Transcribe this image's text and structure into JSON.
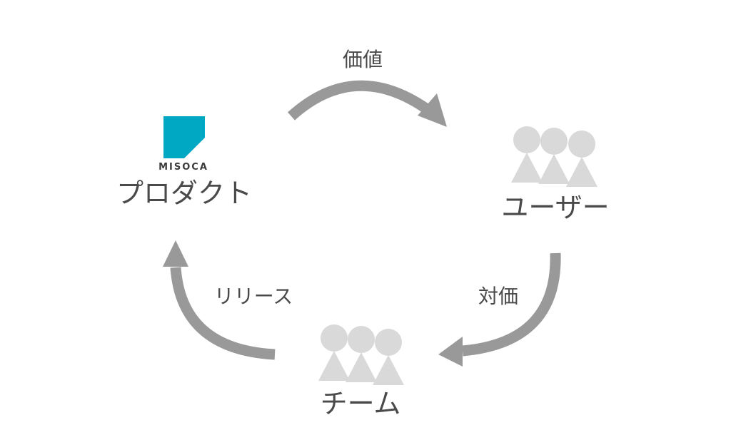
{
  "nodes": {
    "product": {
      "label": "プロダクト",
      "logo_text": "MISOCA",
      "logo_color": "#00a8c4"
    },
    "users": {
      "label": "ユーザー"
    },
    "team": {
      "label": "チーム"
    }
  },
  "edges": {
    "value": {
      "label": "価値"
    },
    "payment": {
      "label": "対価"
    },
    "release": {
      "label": "リリース"
    }
  },
  "colors": {
    "arrow": "#999999",
    "person": "#d9d9d9",
    "text": "#4a4a4a"
  }
}
